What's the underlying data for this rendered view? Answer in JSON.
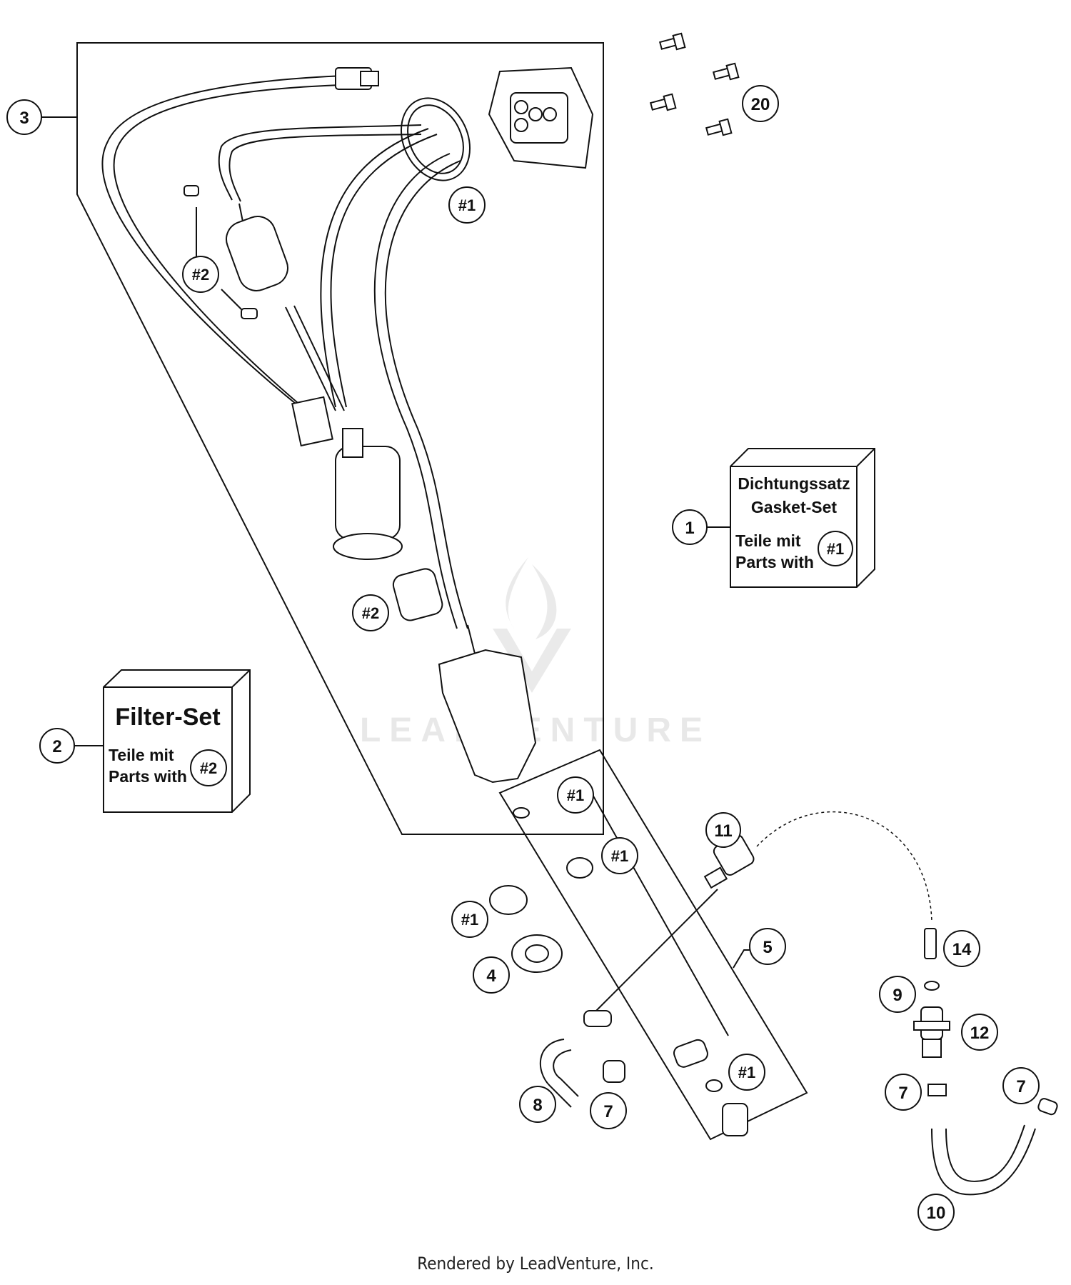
{
  "diagram": {
    "callouts": {
      "c1": "1",
      "c2": "2",
      "c3": "3",
      "c4": "4",
      "c5": "5",
      "c7a": "7",
      "c7b": "7",
      "c7c": "7",
      "c8": "8",
      "c9": "9",
      "c10": "10",
      "c11": "11",
      "c12": "12",
      "c14": "14",
      "c20": "20"
    },
    "kit_refs": {
      "r1_gasket_top": "#1",
      "r1_box": "#1",
      "r1_frame_top": "#1",
      "r1_frame_mid": "#1",
      "r1_left": "#1",
      "r1_frame_bottom": "#1",
      "r2_filter": "#2",
      "r2_mid": "#2",
      "r2_box": "#2"
    },
    "gasket_box": {
      "line1": "Dichtungssatz",
      "line2": "Gasket-Set",
      "line3": "Teile mit",
      "line4": "Parts with"
    },
    "filter_box": {
      "title": "Filter-Set",
      "line1": "Teile mit",
      "line2": "Parts with"
    }
  },
  "watermark": "LEADVENTURE",
  "footer": "Rendered by LeadVenture, Inc."
}
